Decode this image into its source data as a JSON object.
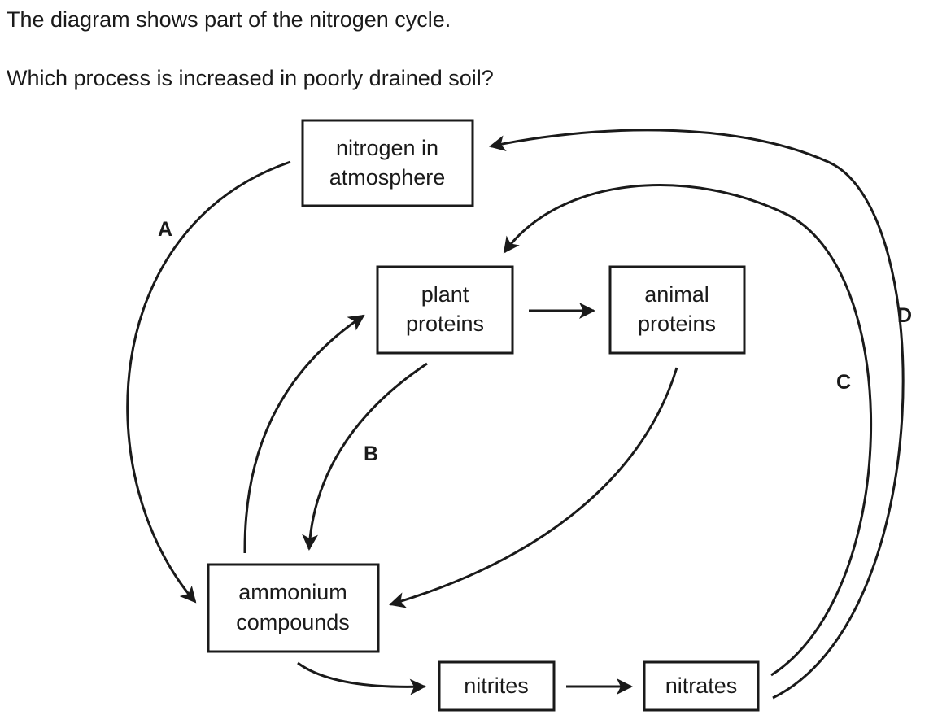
{
  "question": {
    "intro": "The diagram shows part of the nitrogen cycle.",
    "prompt": "Which process is increased in poorly drained soil?"
  },
  "boxes": {
    "nitrogen": {
      "line1": "nitrogen in",
      "line2": "atmosphere"
    },
    "plant": {
      "line1": "plant",
      "line2": "proteins"
    },
    "animal": {
      "line1": "animal",
      "line2": "proteins"
    },
    "ammonium": {
      "line1": "ammonium",
      "line2": "compounds"
    },
    "nitrites": {
      "line1": "nitrites"
    },
    "nitrates": {
      "line1": "nitrates"
    }
  },
  "labels": {
    "a": "A",
    "b": "B",
    "c": "C",
    "d": "D"
  },
  "colors": {
    "ink": "#1a1a1a",
    "background": "#ffffff"
  }
}
